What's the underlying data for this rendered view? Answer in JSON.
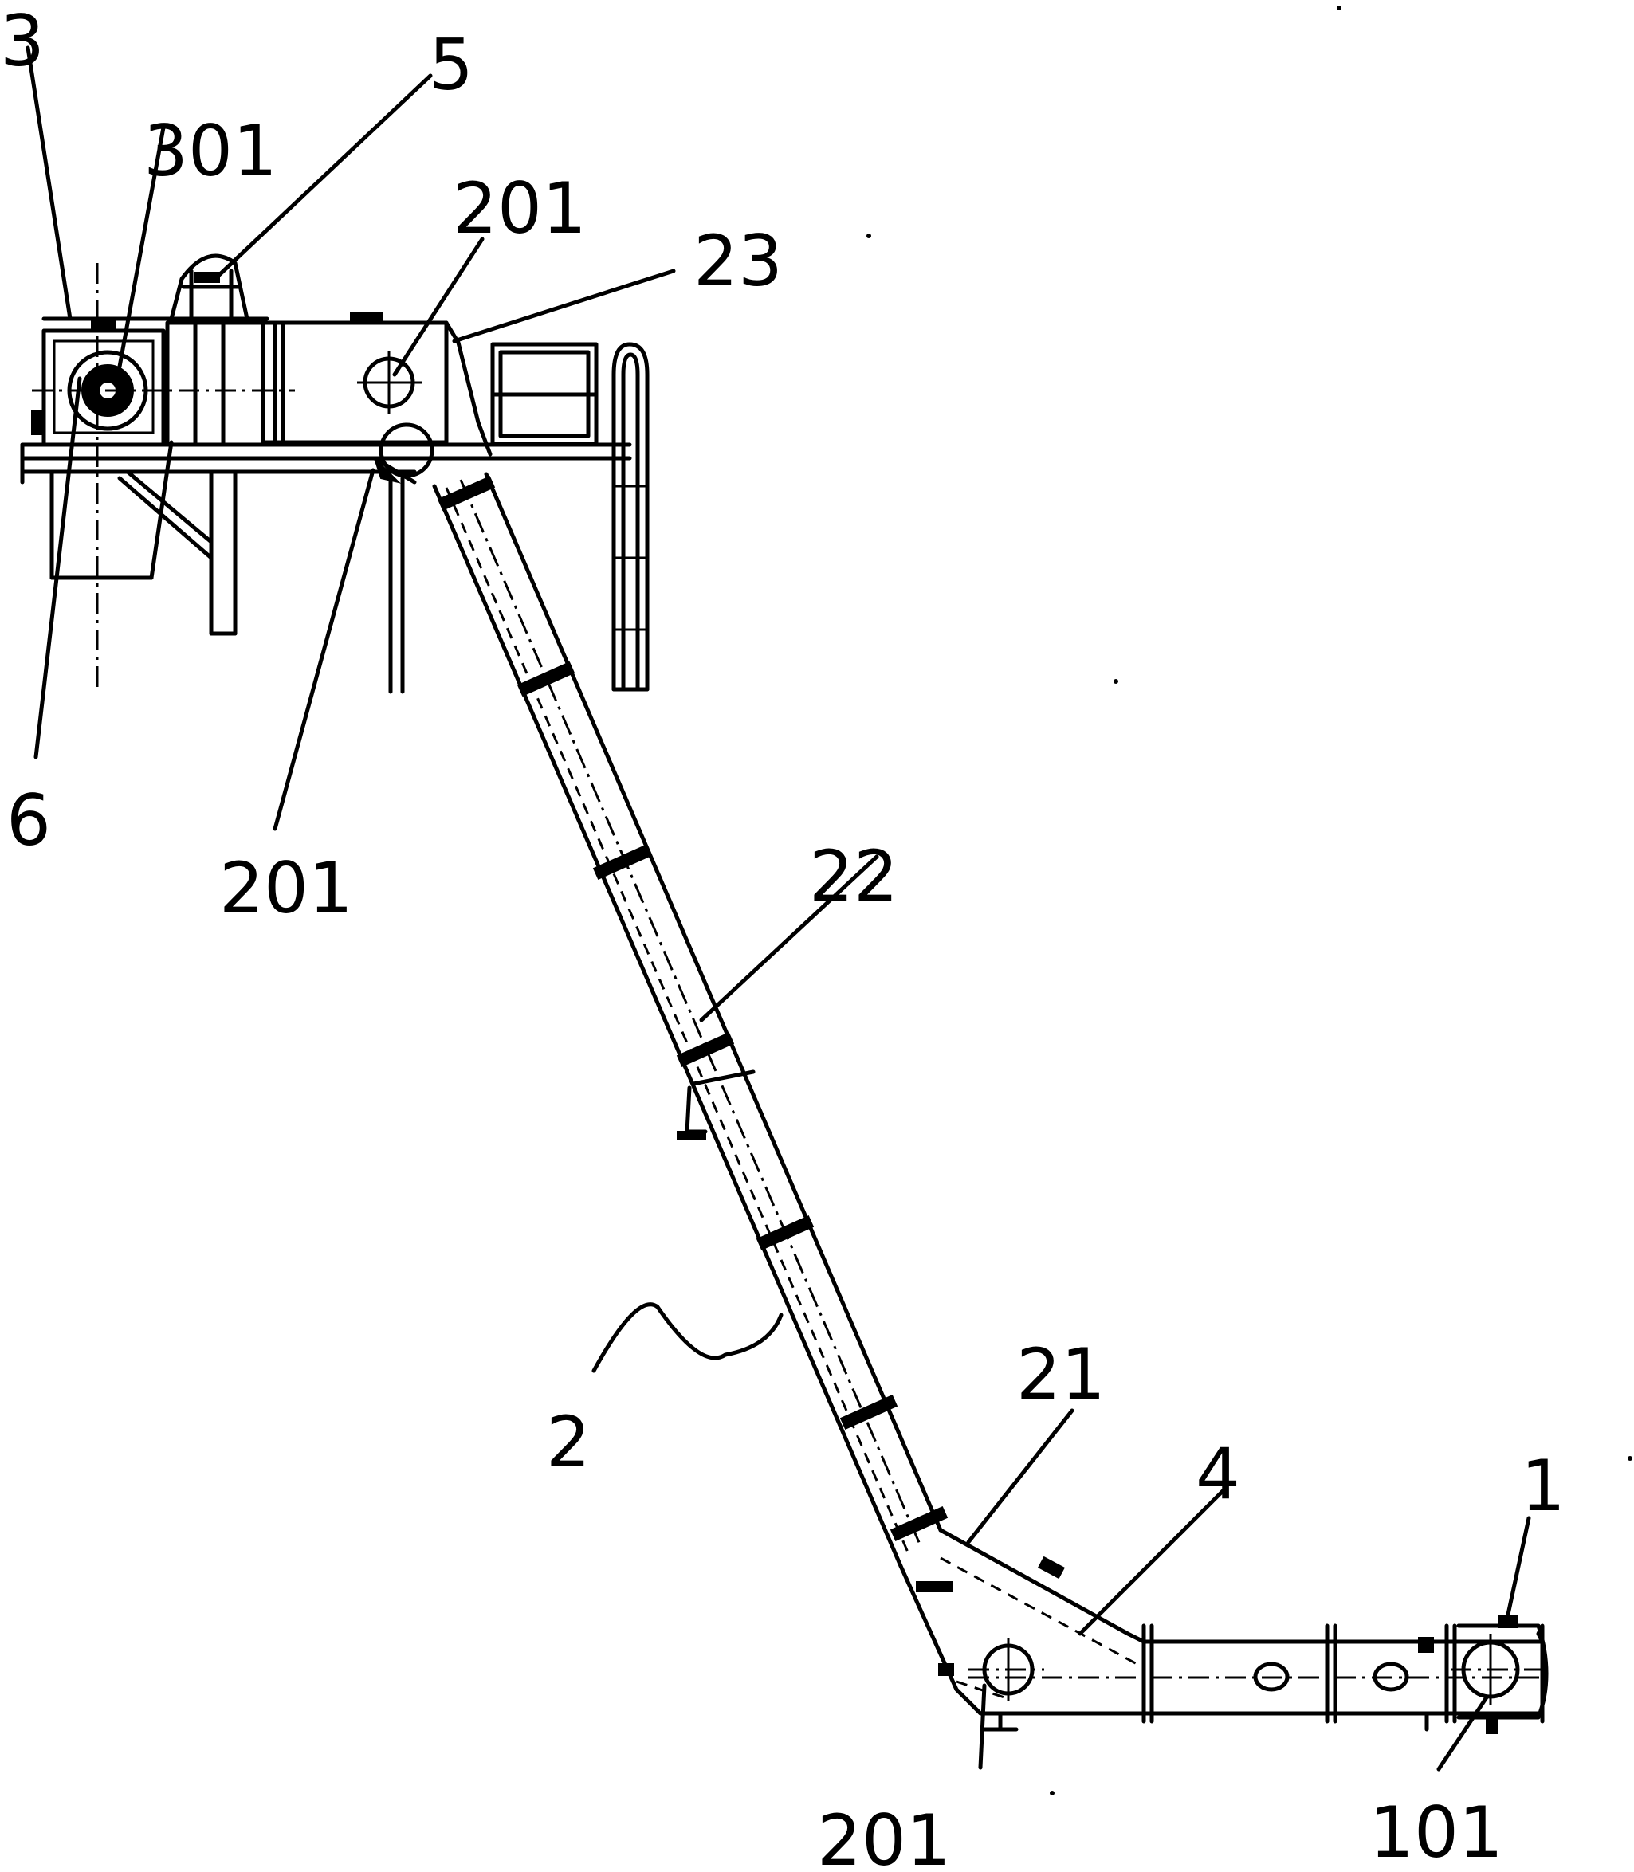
{
  "figure": {
    "labels": {
      "l3": "3",
      "l301": "301",
      "l5": "5",
      "l201_top": "201",
      "l23": "23",
      "l6": "6",
      "l201_left": "201",
      "l22": "22",
      "l2": "2",
      "l21": "21",
      "l4": "4",
      "l1": "1",
      "l201_bottom": "201",
      "l101": "101"
    }
  }
}
